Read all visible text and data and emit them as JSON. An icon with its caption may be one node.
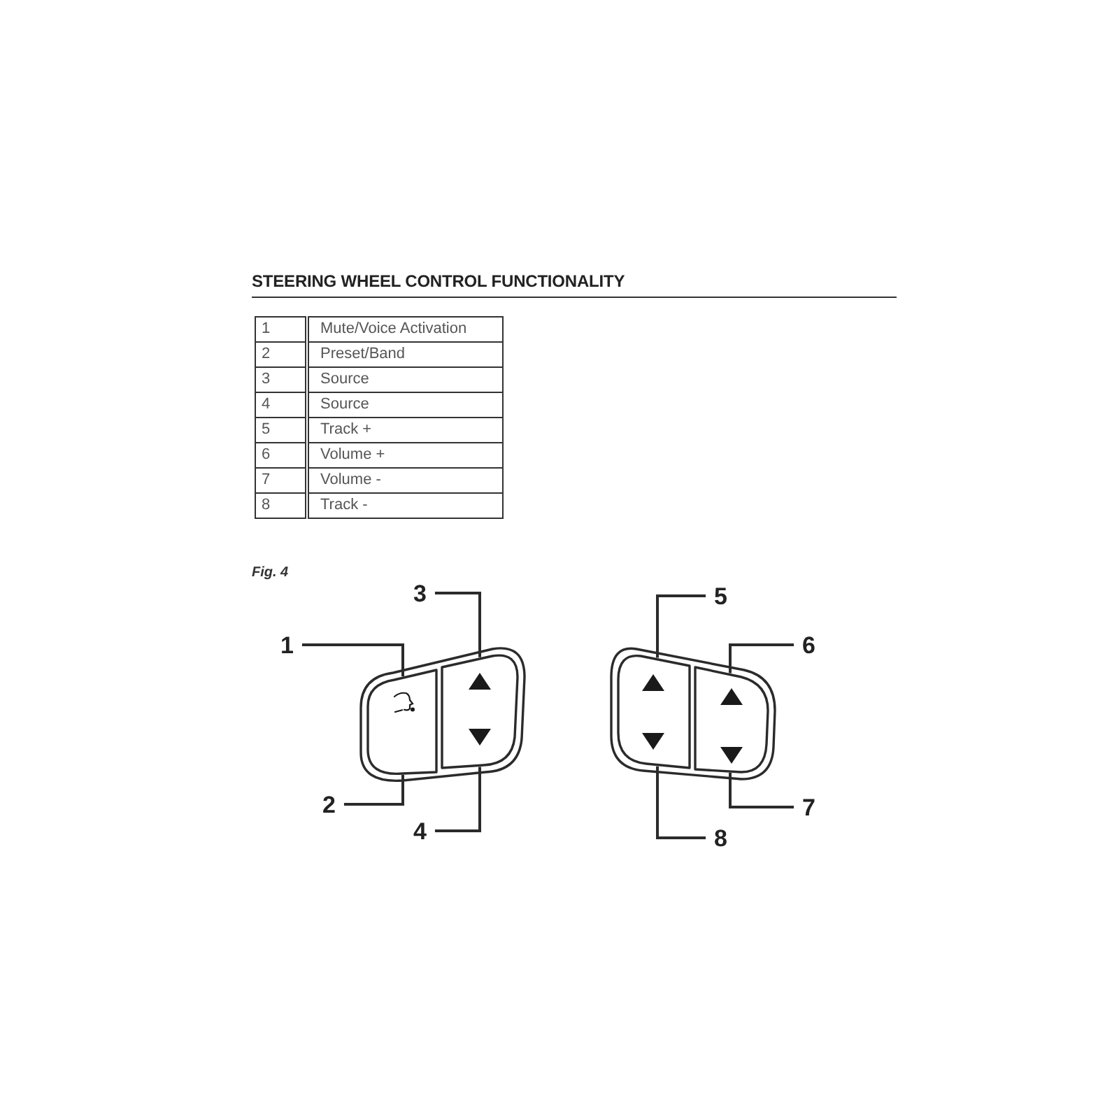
{
  "diagram": {
    "title": "STEERING WHEEL CONTROL FUNCTIONALITY",
    "nodes": [
      {
        "text": [
          "1"
        ]
      },
      {
        "text": [
          "2"
        ]
      },
      {
        "text": [
          "3"
        ]
      },
      {
        "text": [
          "4"
        ]
      },
      {
        "text": [
          "5"
        ]
      },
      {
        "text": [
          "6"
        ]
      },
      {
        "text": [
          "7"
        ]
      },
      {
        "text": [
          "8"
        ]
      },
      {
        "text": [],
        "shape": "box"
      },
      {
        "text": [],
        "shape": "box",
        "in": 8
      },
      {
        "text": [],
        "shape": "box",
        "in": 8
      },
      {
        "text": [],
        "shape": "box"
      },
      {
        "text": [],
        "shape": "box",
        "in": 11
      },
      {
        "text": [],
        "shape": "box",
        "in": 11
      }
    ],
    "edges": [
      {
        "from": 0,
        "to": 9,
        "arrow": "none"
      },
      {
        "from": 1,
        "to": 9,
        "arrow": "none"
      },
      {
        "from": 2,
        "to": 10,
        "arrow": "none"
      },
      {
        "from": 3,
        "to": 10,
        "arrow": "none"
      },
      {
        "from": 4,
        "to": 12,
        "arrow": "none"
      },
      {
        "from": 5,
        "to": 13,
        "arrow": "none"
      },
      {
        "from": 6,
        "to": 13,
        "arrow": "none"
      },
      {
        "from": 7,
        "to": 12,
        "arrow": "none"
      }
    ],
    "labels": [
      "1",
      "Mute/Voice Activation",
      "2",
      "Preset/Band",
      "3",
      "Source",
      "4",
      "Source",
      "5",
      "Track +",
      "6",
      "Volume +",
      "7",
      "Volume -",
      "8",
      "Track -",
      "Fig. 4"
    ]
  }
}
